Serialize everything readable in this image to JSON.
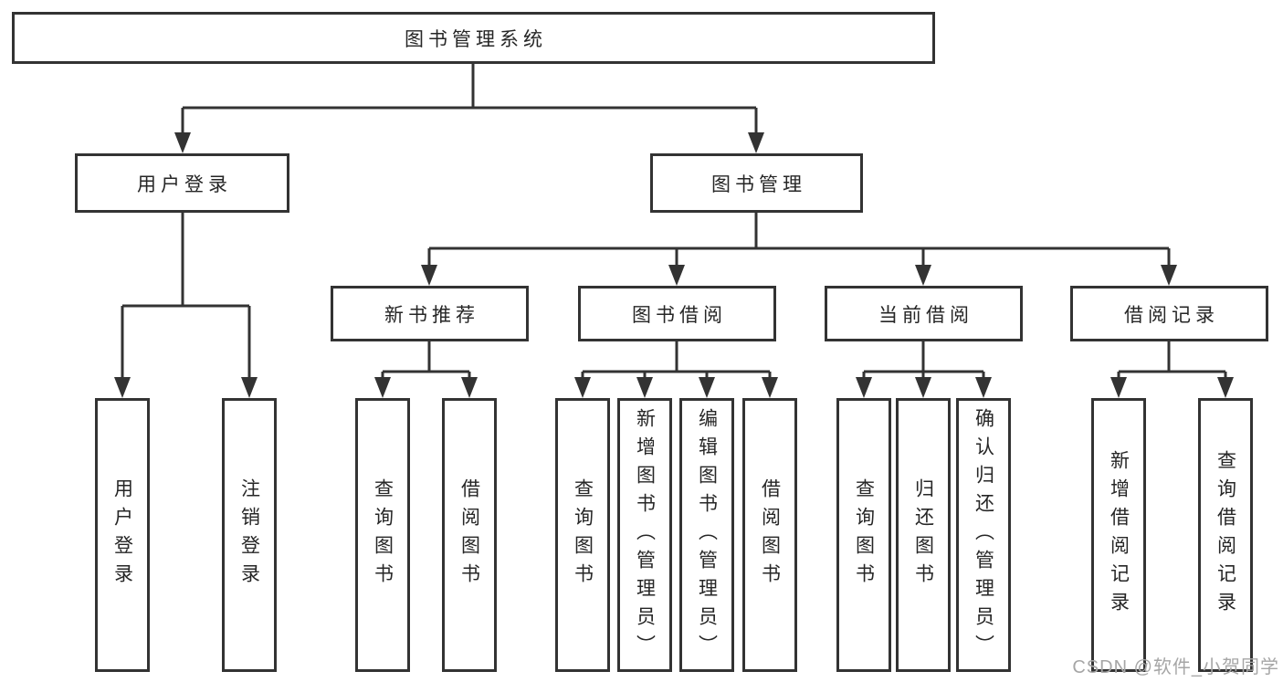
{
  "colors": {
    "background": "#ffffff",
    "border": "#333333",
    "line": "#333333",
    "text": "#262626",
    "watermark": "#a6a6a6"
  },
  "diagram": {
    "root": {
      "label": "图书管理系统"
    },
    "level2": [
      {
        "label": "用户登录"
      },
      {
        "label": "图书管理"
      }
    ],
    "level3": [
      {
        "label": "新书推荐"
      },
      {
        "label": "图书借阅"
      },
      {
        "label": "当前借阅"
      },
      {
        "label": "借阅记录"
      }
    ],
    "leaves": [
      {
        "label": "用户登录"
      },
      {
        "label": "注销登录"
      },
      {
        "label": "查询图书"
      },
      {
        "label": "借阅图书"
      },
      {
        "label": "查询图书"
      },
      {
        "label": "新增图书（管理员）"
      },
      {
        "label": "编辑图书（管理员）"
      },
      {
        "label": "借阅图书"
      },
      {
        "label": "查询图书"
      },
      {
        "label": "归还图书"
      },
      {
        "label": "确认归还（管理员）"
      },
      {
        "label": "新增借阅记录"
      },
      {
        "label": "查询借阅记录"
      }
    ]
  },
  "watermark": {
    "text": "CSDN @软件_小贺同学"
  }
}
